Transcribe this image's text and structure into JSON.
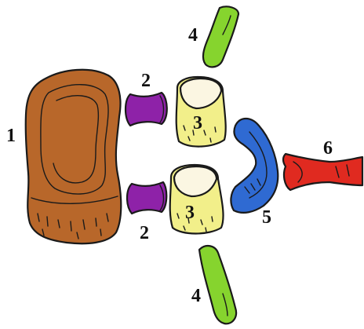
{
  "colors": {
    "part_1": "#b8672a",
    "part_2": "#8e22a8",
    "part_3": "#f2ef8a",
    "part_3_top": "#fbf6e2",
    "part_4": "#86d42e",
    "part_5": "#2f6ad2",
    "part_6": "#e02a20"
  },
  "labels": {
    "part_1": "1",
    "part_2_top": "2",
    "part_2_bottom": "2",
    "part_3_top": "3",
    "part_3_bottom": "3",
    "part_4_top": "4",
    "part_4_bottom": "4",
    "part_5": "5",
    "part_6": "6"
  }
}
